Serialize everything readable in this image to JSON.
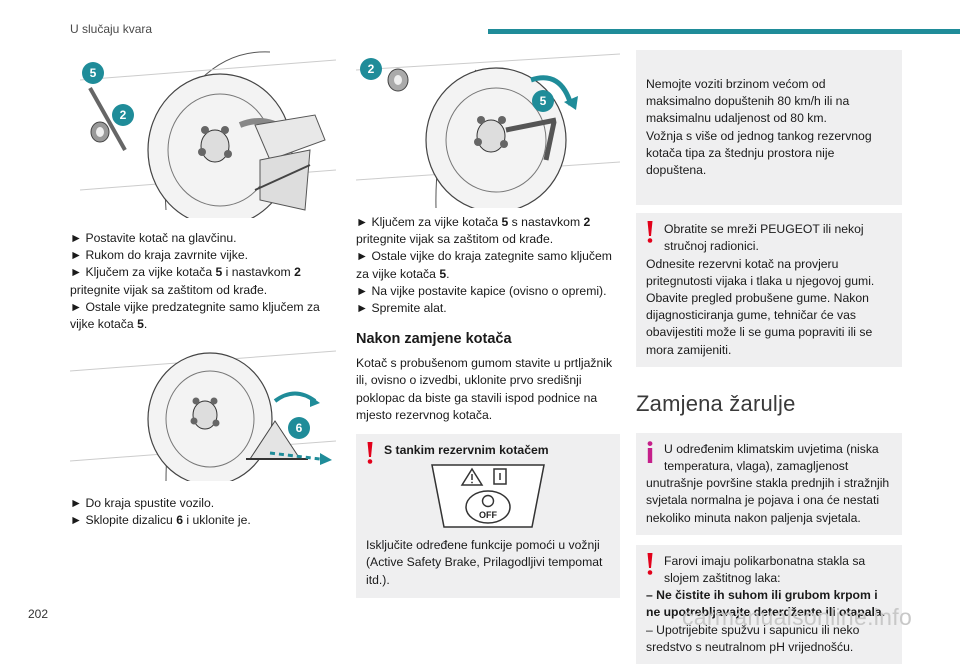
{
  "header": {
    "title": "U slučaju kvara",
    "accent": "#1f8c99"
  },
  "footer": {
    "page_number": "202",
    "watermark": "carmanualsonline.info"
  },
  "col1": {
    "fig1_callouts": [
      "5",
      "2"
    ],
    "steps1": [
      "► Postavite kotač na glavčinu.",
      "► Rukom do kraja zavrnite vijke."
    ],
    "step3": {
      "a": "► Ključem za vijke kotača ",
      "b": "5",
      "c": " i nastavkom ",
      "d": "2",
      "e": " pritegnite vijak sa zaštitom od krađe."
    },
    "step4": {
      "a": "► Ostale vijke predzategnite samo ključem za vijke kotača ",
      "b": "5",
      "c": "."
    },
    "fig2_callout": "6",
    "steps2": [
      "► Do kraja spustite vozilo."
    ],
    "step6": {
      "a": "► Sklopite dizalicu ",
      "b": "6",
      "c": " i uklonite je."
    }
  },
  "col2": {
    "fig_callouts": [
      "2",
      "5"
    ],
    "step1": {
      "a": "► Ključem za vijke kotača ",
      "b": "5",
      "c": " s nastavkom ",
      "d": "2",
      "e": " pritegnite vijak sa zaštitom od krađe."
    },
    "step2": {
      "a": "► Ostale vijke do kraja zategnite samo ključem za vijke kotača ",
      "b": "5",
      "c": "."
    },
    "step3": "► Na vijke postavite kapice (ovisno o opremi).",
    "step4": "► Spremite alat.",
    "heading": "Nakon zamjene kotača",
    "para": "Kotač s probušenom gumom stavite u prtljažnik ili, ovisno o izvedbi, uklonite prvo središnji poklopac da biste ga stavili ispod podnice na mjesto rezervnog kotača.",
    "warn_title": "S tankim rezervnim kotačem",
    "off_label": "OFF",
    "warn_text": "Isključite određene funkcije pomoći u vožnji (Active Safety Brake, Prilagodljivi tempomat itd.)."
  },
  "col3": {
    "box1": "Nemojte voziti brzinom većom od maksimalno dopuštenih 80 km/h ili na maksimalnu udaljenost od 80 km.\nVožnja s više od jednog tankog rezervnog kotača tipa za štednju prostora nije dopuštena.",
    "box2_indent": "Obratite se mreži PEUGEOT ili nekoj stručnoj radionici.",
    "box2_text": "Odnesite rezervni kotač na provjeru pritegnutosti vijaka i tlaka u njegovoj gumi. Obavite pregled probušene gume. Nakon dijagnosticiranja gume, tehničar će vas obavijestiti može li se guma popraviti ili se mora zamijeniti.",
    "heading": "Zamjena žarulje",
    "info_indent": "U određenim klimatskim uvjetima (niska temperatura, vlaga), zamagljenost",
    "info_text": "unutrašnje površine stakla prednjih i stražnjih svjetala normalna je pojava i ona će nestati nekoliko minuta nakon paljenja svjetala.",
    "box4_indent": "Farovi imaju polikarbonatna stakla sa slojem zaštitnog laka:",
    "box4_bold": "– Ne čistite ih suhom ili grubom krpom i ne upotrebljavajte deterdžente ili otapala.",
    "box4_text": "– Upotrijebite spužvu i sapunicu ili neko sredstvo s neutralnom pH vrijednošću."
  },
  "colors": {
    "warning": "#e2001a",
    "info": "#c51f8a",
    "box_bg": "#efeff0"
  }
}
